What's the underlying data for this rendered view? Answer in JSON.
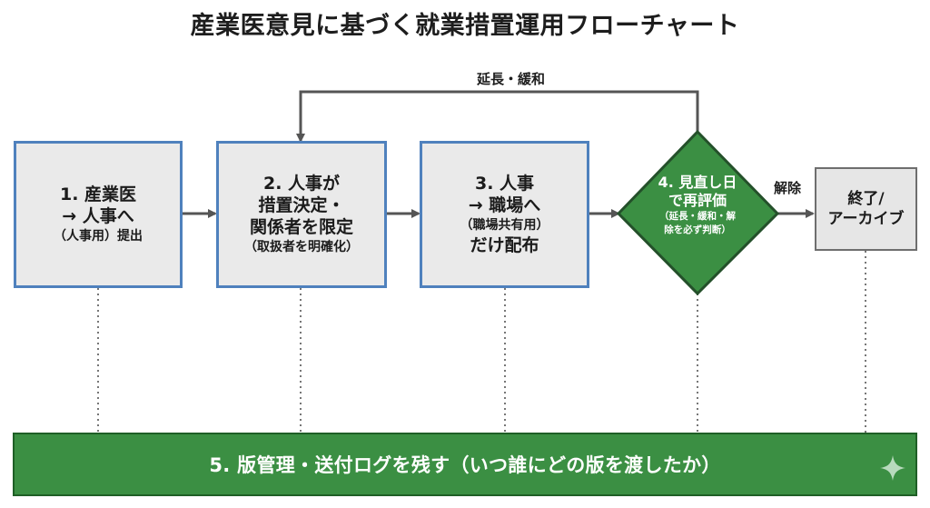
{
  "title": "産業医意見に基づく就業措置運用フローチャート",
  "nodes": {
    "step1": {
      "lines": [
        "1. 産業医",
        "→ 人事へ"
      ],
      "sub": "（人事用）提出"
    },
    "step2": {
      "lines": [
        "2. 人事が",
        "措置決定・",
        "関係者を限定"
      ],
      "sub": "（取扱者を明確化）"
    },
    "step3": {
      "lines": [
        "3. 人事",
        "→ 職場へ"
      ],
      "sub": "（職場共有用）",
      "tail": "だけ配布"
    },
    "step4": {
      "lines": [
        "4. 見直し日",
        "で再評価"
      ],
      "sub": [
        "（延長・緩和・解",
        "除を必ず判断）"
      ]
    },
    "end": {
      "lines": [
        "終了/",
        "アーカイブ"
      ]
    },
    "step5": {
      "label": "5. 版管理・送付ログを残す（いつ誰にどの版を渡したか）"
    }
  },
  "edges": {
    "loop_label": "延長・緩和",
    "release_label": "解除"
  },
  "colors": {
    "box_border": "#4f81bd",
    "box_fill": "#eaeaea",
    "decision_fill": "#3b8f43",
    "bar_fill": "#3b8f43",
    "arrow": "#555555"
  },
  "icons": [
    "sparkle-icon"
  ]
}
